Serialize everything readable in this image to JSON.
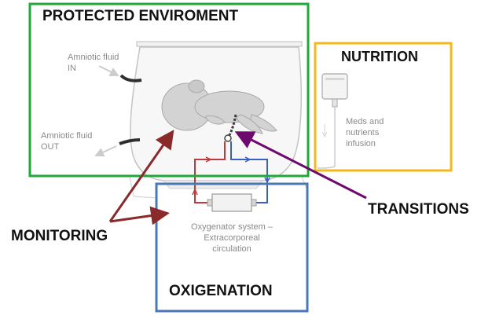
{
  "titles": {
    "protected": "PROTECTED ENVIROMENT",
    "nutrition": "NUTRITION",
    "oxigenation": "OXIGENATION",
    "monitoring": "MONITORING",
    "transitions": "TRANSITIONS"
  },
  "labels": {
    "amniotic_in": [
      "Amniotic fluid",
      "IN"
    ],
    "amniotic_out": [
      "Amniotic fluid",
      "OUT"
    ],
    "meds": [
      "Meds and",
      "nutrients",
      "infusion"
    ],
    "oxygenator": [
      "Oxygenator system –",
      "Extracorporeal",
      "circulation"
    ]
  },
  "colors": {
    "protected_box": "#22a83a",
    "nutrition_box": "#f2b81c",
    "oxigenation_box": "#4a78b5",
    "monitoring_arrow": "#8a2a2a",
    "transitions_arrow": "#6e0a6e",
    "circuit_red": "#c0393b",
    "circuit_blue": "#3a5fc0"
  }
}
